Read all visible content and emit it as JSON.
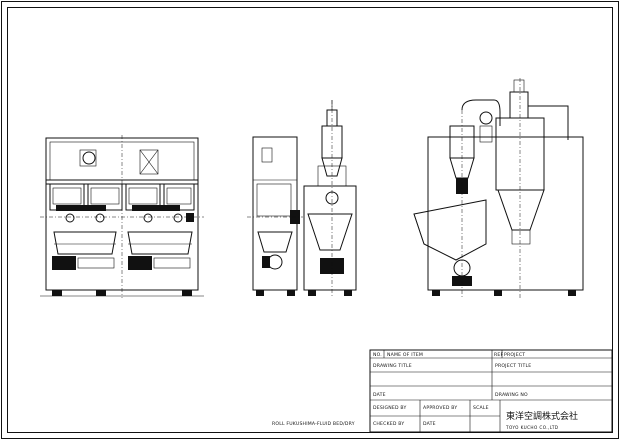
{
  "drawing": {
    "views": [
      "front-view",
      "side-view-left",
      "side-view-right"
    ]
  },
  "title_block": {
    "no_label": "NO.",
    "name_of_item_label": "NAME OF ITEM",
    "ref_label": "REF",
    "project_label": "PROJECT",
    "drawing_title_label": "DRAWING TITLE",
    "project_title_label": "PROJECT TITLE",
    "date_label": "DATE",
    "drawing_no_label": "DRAWING NO",
    "designed_by_label": "DESIGNED BY",
    "approved_by_label": "APPROVED BY",
    "scale_label": "SCALE",
    "checked_by_label": "CHECKED BY",
    "date2_label": "DATE",
    "company_name": "東洋空調株式会社",
    "company_sub": "TOYO KUCHO CO.,LTD"
  },
  "footer": {
    "note": "ROLL  FUKUSHIMA-FLUID  BED/DRY"
  }
}
